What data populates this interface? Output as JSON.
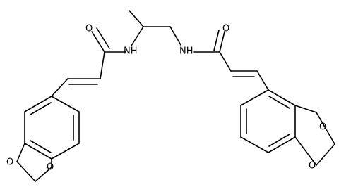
{
  "molecule": {
    "atom_labels": {
      "o_carbonyl_left": "O",
      "nh_left": "NH",
      "nh_right": "NH",
      "o_carbonyl_right": "O",
      "o_ring_left_top": "O",
      "o_ring_left_bottom": "O",
      "o_ring_right_top": "O",
      "o_ring_right_bottom": "O"
    }
  },
  "colors": {
    "bond": "#000000",
    "label": "#000000",
    "background": "#ffffff"
  }
}
